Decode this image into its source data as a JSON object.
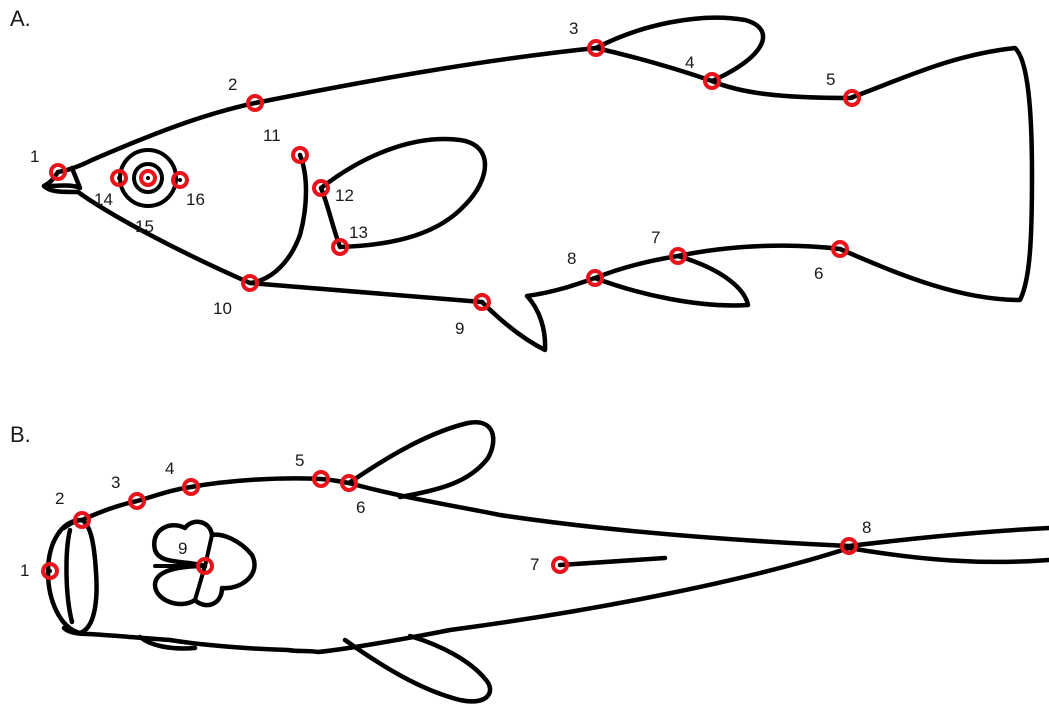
{
  "panels": [
    {
      "id": "A",
      "label": "A.",
      "view": "lateral",
      "landmarks": [
        {
          "n": "1"
        },
        {
          "n": "2"
        },
        {
          "n": "3"
        },
        {
          "n": "4"
        },
        {
          "n": "5"
        },
        {
          "n": "6"
        },
        {
          "n": "7"
        },
        {
          "n": "8"
        },
        {
          "n": "9"
        },
        {
          "n": "10"
        },
        {
          "n": "11"
        },
        {
          "n": "12"
        },
        {
          "n": "13"
        },
        {
          "n": "14"
        },
        {
          "n": "15"
        },
        {
          "n": "16"
        }
      ]
    },
    {
      "id": "B",
      "label": "B.",
      "view": "dorsal",
      "landmarks": [
        {
          "n": "1"
        },
        {
          "n": "2"
        },
        {
          "n": "3"
        },
        {
          "n": "4"
        },
        {
          "n": "5"
        },
        {
          "n": "6"
        },
        {
          "n": "7"
        },
        {
          "n": "8"
        },
        {
          "n": "9"
        }
      ]
    }
  ],
  "colors": {
    "outline": "#000000",
    "landmark_ring": "#e8141b",
    "landmark_center": "#000000"
  }
}
